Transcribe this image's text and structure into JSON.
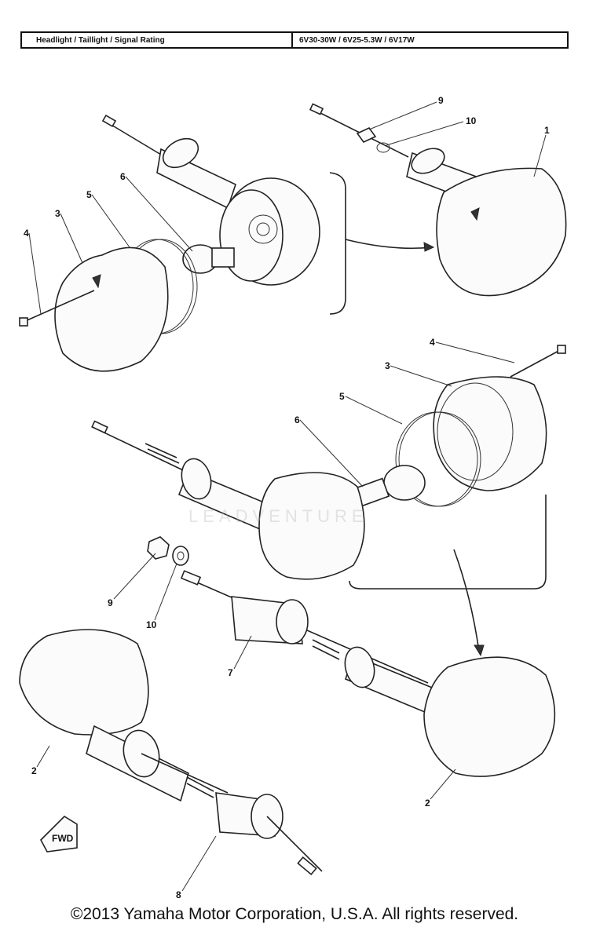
{
  "rating_table": {
    "label": "Headlight / Taillight / Signal Rating",
    "value": "6V30-30W / 6V25-5.3W / 6V17W"
  },
  "callouts": {
    "p1": "1",
    "p2a": "2",
    "p2b": "2",
    "p3a": "3",
    "p3b": "3",
    "p4a": "4",
    "p4b": "4",
    "p5a": "5",
    "p5b": "5",
    "p6a": "6",
    "p6b": "6",
    "p7": "7",
    "p8": "8",
    "p9a": "9",
    "p9b": "9",
    "p10a": "10",
    "p10b": "10"
  },
  "fwd_marker": "FWD",
  "watermark": "LEADVENTURE",
  "copyright": "©2013 Yamaha Motor Corporation, U.S.A. All rights reserved."
}
